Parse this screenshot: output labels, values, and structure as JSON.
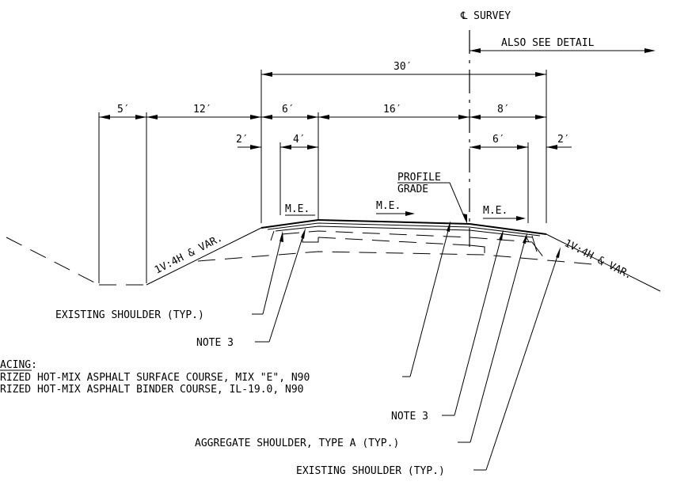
{
  "survey_label": "℄ SURVEY",
  "detail_note": "ALSO SEE DETAIL",
  "dimensions": {
    "overall": "30′",
    "left_5": "5′",
    "left_12": "12′",
    "shoulder_6": "6′",
    "lanes_16": "16′",
    "right_8": "8′",
    "left_2": "2′",
    "left_4": "4′",
    "right_6": "6′",
    "right_2": "2′"
  },
  "slopes": {
    "left": "1V:4H & VAR.",
    "right": "1V:4H & VAR."
  },
  "match_existing": {
    "left": "M.E.",
    "center": "M.E.",
    "right": "M.E."
  },
  "profile_grade": {
    "line1": "PROFILE",
    "line2": "GRADE"
  },
  "callouts": {
    "existing_shoulder_left": "EXISTING SHOULDER (TYP.)",
    "note3_left": "NOTE 3",
    "resurfacing_title": "ACING:",
    "surface_course": "RIZED HOT-MIX ASPHALT SURFACE COURSE, MIX \"E\", N90",
    "binder_course": "RIZED HOT-MIX ASPHALT BINDER COURSE, IL-19.0, N90",
    "note3_right": "NOTE 3",
    "aggregate_shoulder": "AGGREGATE SHOULDER, TYPE A (TYP.)",
    "existing_shoulder_right": "EXISTING SHOULDER (TYP.)"
  }
}
